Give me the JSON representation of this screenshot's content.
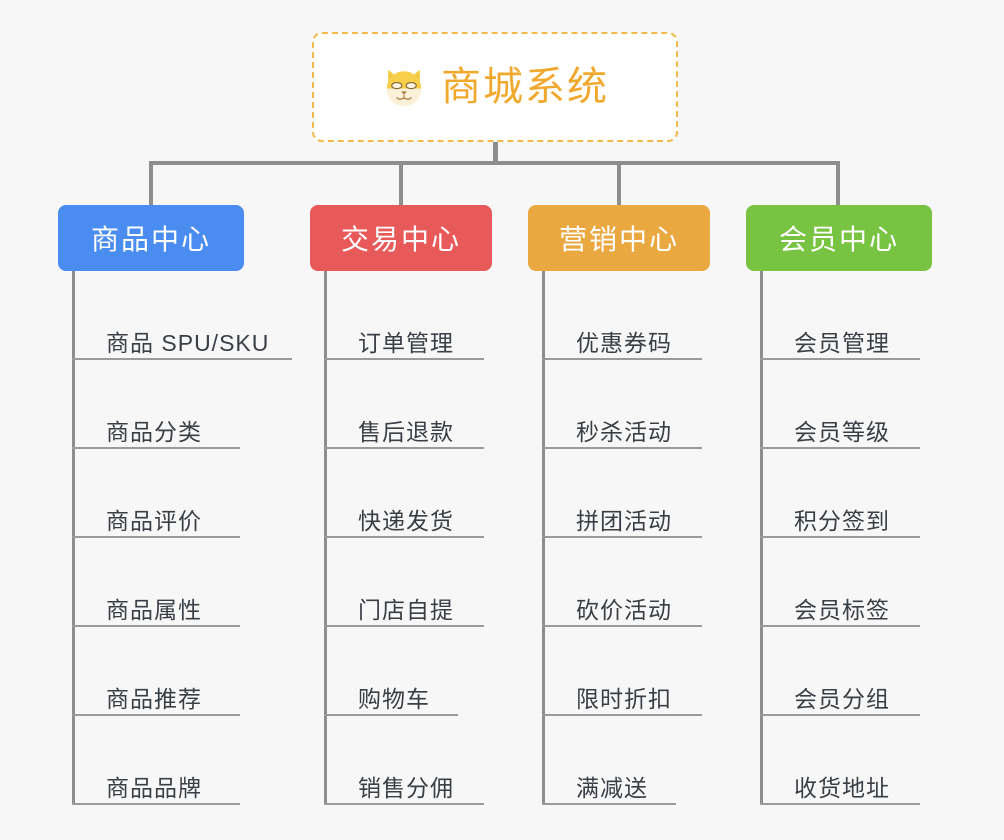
{
  "page": {
    "background_color": "#f7f7f7",
    "connector_color": "#8e8e8e"
  },
  "root": {
    "title": "商城系统",
    "icon": "shiba-dog-face-icon",
    "text_color": "#f0a92e",
    "border_color": "#f3b94d",
    "fill_color": "#ffffff"
  },
  "categories": [
    {
      "label": "商品中心",
      "color": "#4a8cf0",
      "items": [
        "商品 SPU/SKU",
        "商品分类",
        "商品评价",
        "商品属性",
        "商品推荐",
        "商品品牌"
      ]
    },
    {
      "label": "交易中心",
      "color": "#e85a5a",
      "items": [
        "订单管理",
        "售后退款",
        "快递发货",
        "门店自提",
        "购物车",
        "销售分佣"
      ]
    },
    {
      "label": "营销中心",
      "color": "#eaa840",
      "items": [
        "优惠券码",
        "秒杀活动",
        "拼团活动",
        "砍价活动",
        "限时折扣",
        "满减送"
      ]
    },
    {
      "label": "会员中心",
      "color": "#78c442",
      "items": [
        "会员管理",
        "会员等级",
        "积分签到",
        "会员标签",
        "会员分组",
        "收货地址"
      ]
    }
  ]
}
